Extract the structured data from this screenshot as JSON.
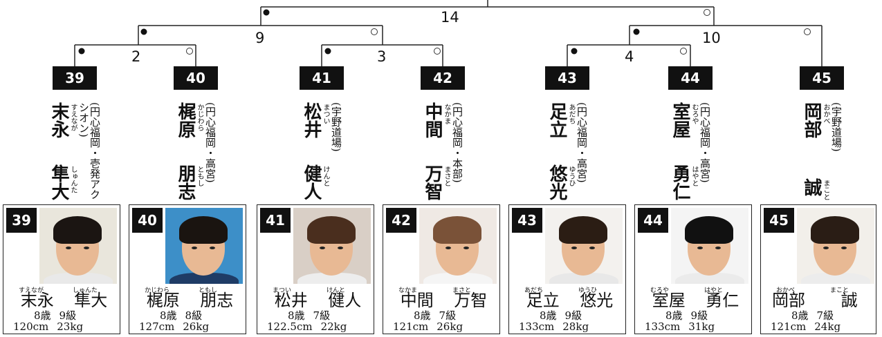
{
  "bracket": {
    "final": "14",
    "semi_left": "9",
    "semi_right": "10",
    "q1": "2",
    "q2": "3",
    "q3": "4"
  },
  "players": [
    {
      "num": "39",
      "surname": "末永",
      "surname_ruby": "すえなが",
      "given": "隼大",
      "given_ruby": "しゅんた",
      "dojo": "(円心福岡・壱発アクシオン)",
      "card_surname_ruby": "すえなが",
      "card_given_ruby": "しゅんた",
      "age": "8歳",
      "grade": "9級",
      "height": "120cm",
      "weight": "23kg",
      "photo_bg": "#e9e6dc",
      "hair": "#1b1512",
      "shirt": "#e9e9e9"
    },
    {
      "num": "40",
      "surname": "梶原",
      "surname_ruby": "かじわら",
      "given": "朋志",
      "given_ruby": "ともし",
      "dojo": "(円心福岡・高宮)",
      "card_surname_ruby": "かじわら",
      "card_given_ruby": "ともし",
      "age": "8歳",
      "grade": "8級",
      "height": "127cm",
      "weight": "26kg",
      "photo_bg": "#3d8fc8",
      "hair": "#1a1410",
      "shirt": "#1f3c66"
    },
    {
      "num": "41",
      "surname": "松井",
      "surname_ruby": "まつい",
      "given": "健人",
      "given_ruby": "けんと",
      "dojo": "(宇野道場)",
      "card_surname_ruby": "まつい",
      "card_given_ruby": "けんと",
      "age": "8歳",
      "grade": "7級",
      "height": "122.5cm",
      "weight": "22kg",
      "photo_bg": "#d9cfc6",
      "hair": "#4a2e1e",
      "shirt": "#ededed"
    },
    {
      "num": "42",
      "surname": "中間",
      "surname_ruby": "なかま",
      "given": "万智",
      "given_ruby": "まさと",
      "dojo": "(円心福岡・本部)",
      "card_surname_ruby": "なかま",
      "card_given_ruby": "まさと",
      "age": "8歳",
      "grade": "7級",
      "height": "121cm",
      "weight": "26kg",
      "photo_bg": "#efe9e4",
      "hair": "#7a5238",
      "shirt": "#f5f5f5"
    },
    {
      "num": "43",
      "surname": "足立",
      "surname_ruby": "あだち",
      "given": "悠光",
      "given_ruby": "ゆうひ",
      "dojo": "(円心福岡・高宮)",
      "card_surname_ruby": "あだち",
      "card_given_ruby": "ゆうひ",
      "age": "8歳",
      "grade": "9級",
      "height": "133cm",
      "weight": "28kg",
      "photo_bg": "#f3f1ee",
      "hair": "#2b1d14",
      "shirt": "#e8e8e8"
    },
    {
      "num": "44",
      "surname": "室屋",
      "surname_ruby": "むろや",
      "given": "勇仁",
      "given_ruby": "はやと",
      "dojo": "(円心福岡・高宮)",
      "card_surname_ruby": "むろや",
      "card_given_ruby": "はやと",
      "age": "8歳",
      "grade": "9級",
      "height": "133cm",
      "weight": "31kg",
      "photo_bg": "#f4f4f4",
      "hair": "#111111",
      "shirt": "#ebebeb"
    },
    {
      "num": "45",
      "surname": "岡部",
      "surname_ruby": "おかべ",
      "given": "誠",
      "given_ruby": "まこと",
      "dojo": "(宇野道場)",
      "card_surname_ruby": "おかべ",
      "card_given_ruby": "まこと",
      "age": "8歳",
      "grade": "7級",
      "height": "121cm",
      "weight": "24kg",
      "photo_bg": "#f2efea",
      "hair": "#2a1d15",
      "shirt": "#ececec"
    }
  ]
}
